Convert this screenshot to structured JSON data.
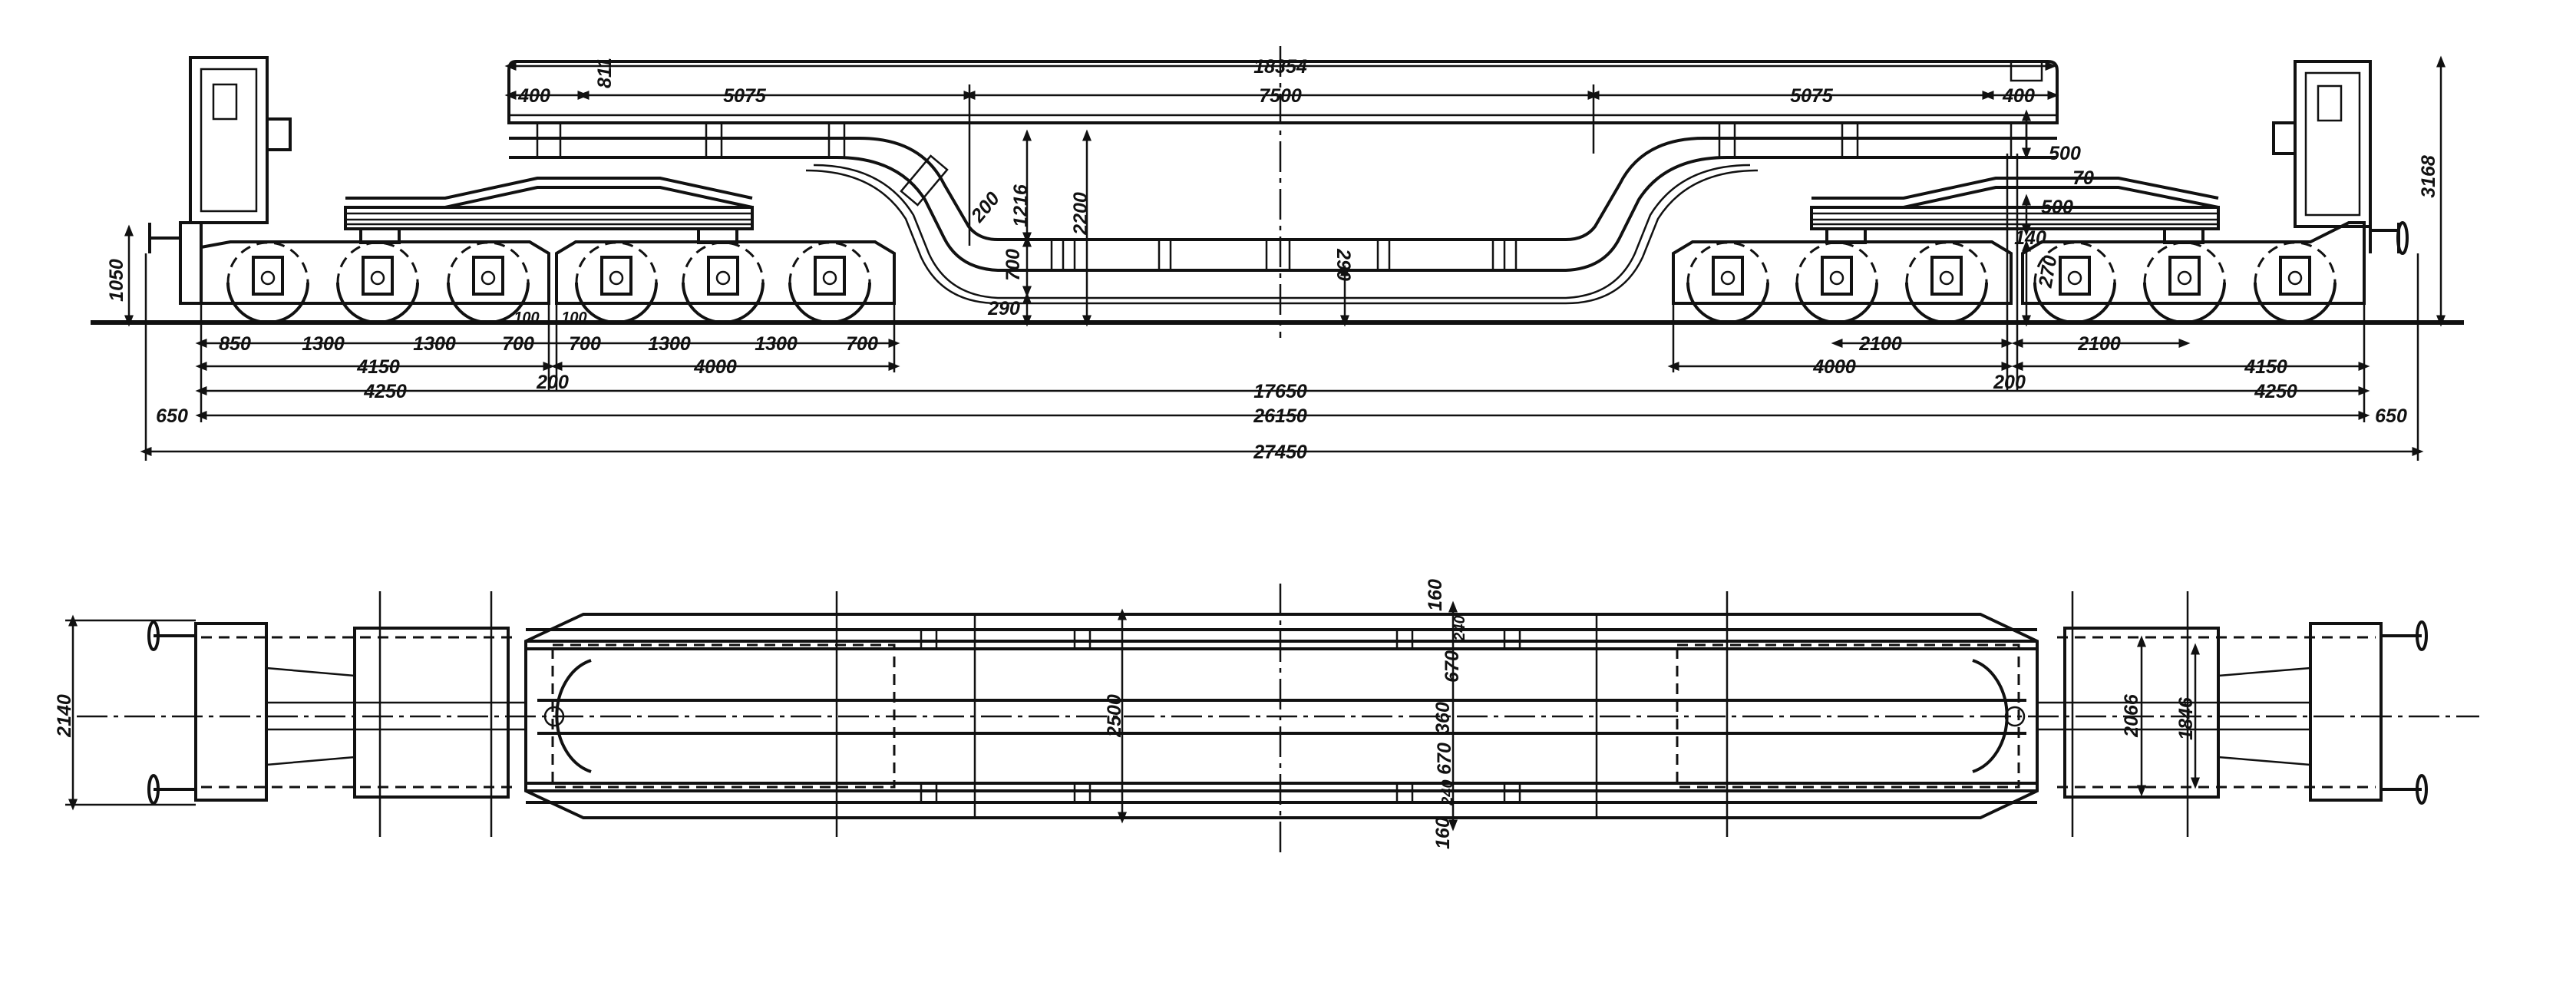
{
  "side_view": {
    "top": [
      "18354",
      "400",
      "811",
      "5075",
      "7500",
      "5075",
      "400"
    ],
    "well": [
      "1216",
      "2200",
      "200",
      "700",
      "290",
      "290"
    ],
    "right_heights": [
      "500",
      "70",
      "500",
      "140",
      "270",
      "3168"
    ],
    "left_height": "1050",
    "axle_left": [
      "850",
      "1300",
      "1300",
      "700",
      "100",
      "100",
      "700",
      "1300",
      "1300",
      "700"
    ],
    "bogie_left": [
      "4150",
      "4000",
      "200"
    ],
    "bogie_right": [
      "2100",
      "2100",
      "4000",
      "4150",
      "200"
    ],
    "bolster": [
      "4250",
      "17650",
      "4250"
    ],
    "overhang": [
      "650",
      "26150",
      "650"
    ],
    "overall": "27450"
  },
  "plan_view": {
    "width_overall": "2140",
    "width_frame": "2500",
    "beam_spacing": [
      "160",
      "240",
      "670",
      "360",
      "670",
      "240",
      "160"
    ],
    "bogie_widths": [
      "2066",
      "1846"
    ]
  }
}
